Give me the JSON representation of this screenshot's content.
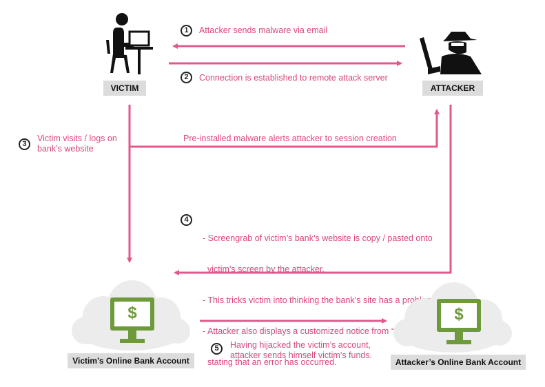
{
  "colors": {
    "arrow": "#e0598d",
    "text": "#d9467e",
    "monitor": "#6e9a3c",
    "cloud": "#ececec",
    "label_bg": "#dcdcdc"
  },
  "nodes": {
    "victim": {
      "label": "VICTIM",
      "icon": "person-at-computer-icon"
    },
    "attacker": {
      "label": "ATTACKER",
      "icon": "hacker-icon"
    },
    "victim_bank": {
      "label": "Victim’s Online Bank Account",
      "icon": "monitor-dollar-icon"
    },
    "attacker_bank": {
      "label": "Attacker’s Online Bank Account",
      "icon": "monitor-dollar-icon"
    }
  },
  "steps": [
    {
      "number": "1",
      "text": "Attacker sends malware via email"
    },
    {
      "number": "2",
      "text": "Connection is established to remote attack server"
    },
    {
      "number": "3",
      "lines": [
        "Victim visits / logs on",
        "bank’s website"
      ]
    },
    {
      "number": "4",
      "lines": [
        "- Screengrab of victim’s bank’s website is copy / pasted onto",
        "  victim’s screen by the attacker.",
        "- This tricks victim into thinking the bank’s site has a problem.",
        "- Attacker also displays a customized notice from ‘the bank’",
        "  stating that an error has occurred."
      ]
    },
    {
      "number": "5",
      "lines": [
        "Having hijacked the victim’s account,",
        "attacker sends himself victim’s funds."
      ]
    }
  ],
  "session_note": "Pre-installed malware alerts attacker to session creation",
  "currency_symbol": "$"
}
